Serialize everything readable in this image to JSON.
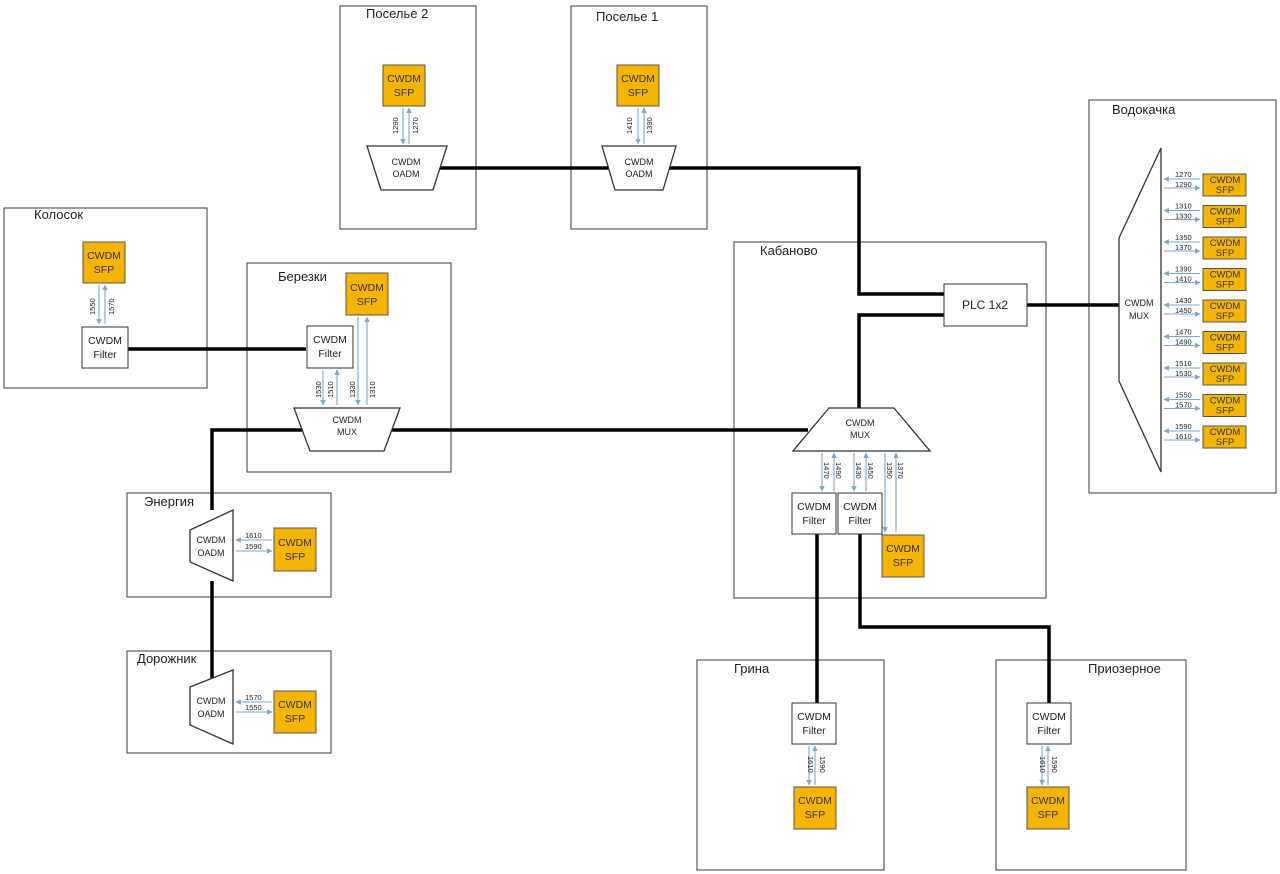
{
  "sites": {
    "poselye2": "Поселье 2",
    "poselye1": "Поселье 1",
    "vodokachka": "Водокачка",
    "kolosok": "Колосок",
    "berezki": "Березки",
    "kabanovo": "Кабаново",
    "energiya": "Энергия",
    "dorozhnik": "Дорожник",
    "grina": "Грина",
    "priozernoe": "Приозерное"
  },
  "labels": {
    "cwdm": "CWDM",
    "sfp": "SFP",
    "oadm": "OADM",
    "mux": "MUX",
    "filter": "Filter",
    "plc": "PLC 1x2"
  },
  "colors": {
    "sfp_fill": "#f5b400",
    "fiber": "#000000",
    "optical_link": "#7aa7d2"
  },
  "wavelengths": {
    "poselye2": [
      "1290",
      "1270"
    ],
    "poselye1": [
      "1410",
      "1390"
    ],
    "kolosok": [
      "1550",
      "1570"
    ],
    "berezki": [
      "1530",
      "1510",
      "1330",
      "1310"
    ],
    "energiya": [
      "1610",
      "1590"
    ],
    "dorozhnik": [
      "1570",
      "1550"
    ],
    "kabanovo": [
      "1470",
      "1490",
      "1430",
      "1450",
      "1350",
      "1370"
    ],
    "grina": [
      "1610",
      "1590"
    ],
    "priozernoe": [
      "1610",
      "1590"
    ],
    "vodokachka": [
      [
        "1270",
        "1290"
      ],
      [
        "1310",
        "1330"
      ],
      [
        "1350",
        "1370"
      ],
      [
        "1390",
        "1410"
      ],
      [
        "1430",
        "1450"
      ],
      [
        "1470",
        "1490"
      ],
      [
        "1510",
        "1530"
      ],
      [
        "1550",
        "1570"
      ],
      [
        "1590",
        "1610"
      ]
    ]
  }
}
